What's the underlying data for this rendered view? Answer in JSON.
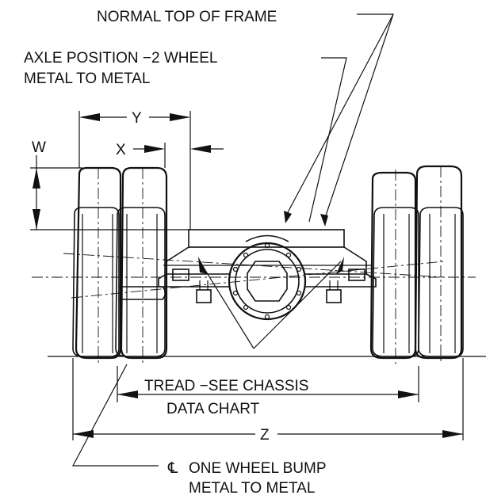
{
  "labels": {
    "normal_top_of_frame": "NORMAL TOP OF FRAME",
    "axle_position_line1": "AXLE POSITION −2 WHEEL",
    "axle_position_line2": "METAL TO METAL",
    "dim_y": "Y",
    "dim_x": "X",
    "dim_w": "W",
    "dim_z": "Z",
    "tread_line1": "TREAD −SEE CHASSIS",
    "tread_line2": "DATA CHART",
    "bump_symbol": "℄",
    "bump_line1": "ONE WHEEL BUMP",
    "bump_line2": "METAL TO METAL"
  }
}
